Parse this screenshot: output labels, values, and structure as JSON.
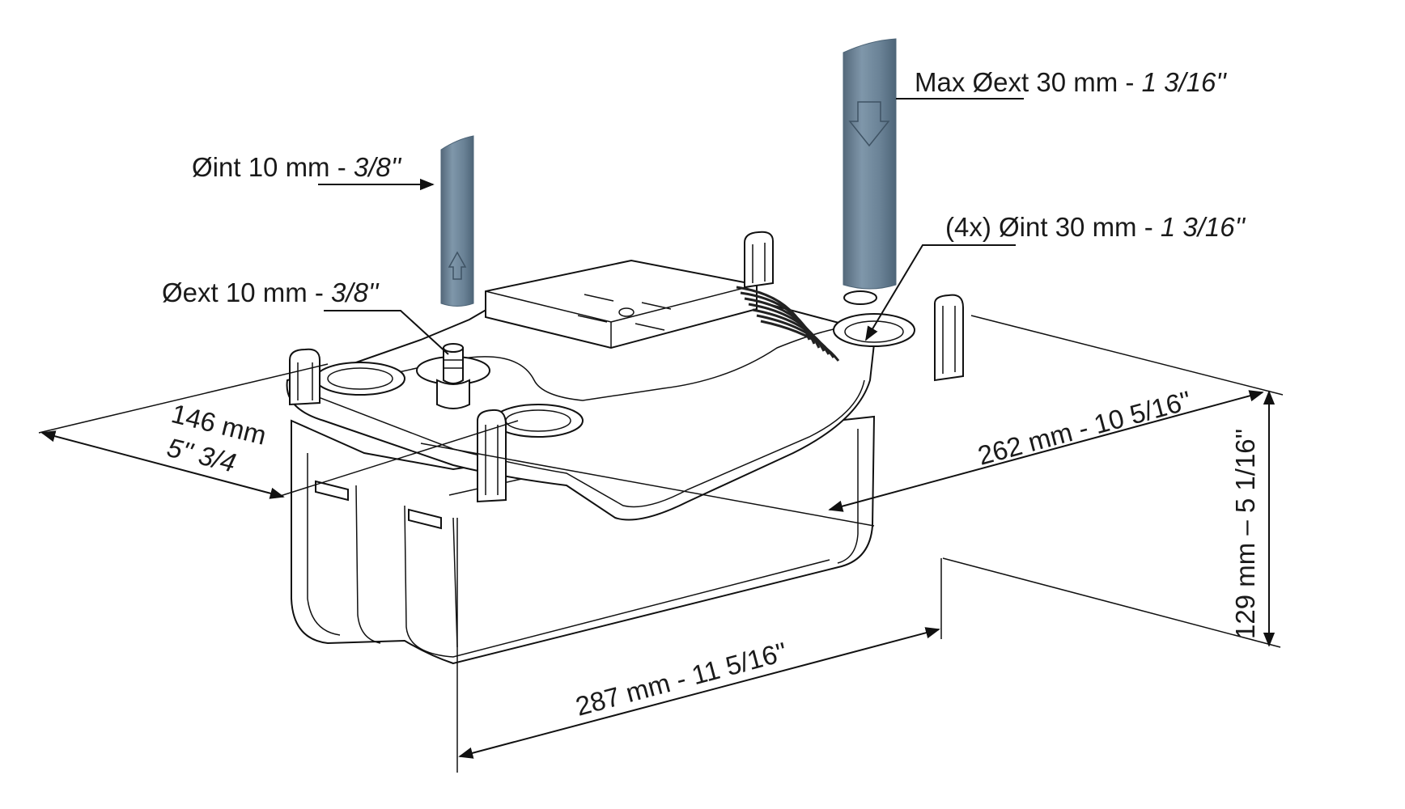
{
  "labels": {
    "inlet_hose": {
      "main": "Øint 10 mm - ",
      "frac": "3/8''"
    },
    "outlet_spigot": {
      "main": "Øext 10 mm - ",
      "frac": "3/8''"
    },
    "max_pipe": {
      "main": "Max Øext 30 mm - ",
      "frac": "1 3/16''"
    },
    "inlet_ports": {
      "main": "(4x) Øint 30 mm - ",
      "frac": "1 3/16''"
    },
    "depth": {
      "line1": "146 mm",
      "line2": "5'' 3/4"
    },
    "width_top": "262 mm - 10 5/16''",
    "height": "129 mm – 5 1/16''",
    "length": "287 mm - 11 5/16''"
  },
  "colors": {
    "pipe": "#6f879c",
    "pipe_highlight": "#8fa3b6",
    "pipe_shadow": "#4e6578",
    "line": "#111111"
  }
}
